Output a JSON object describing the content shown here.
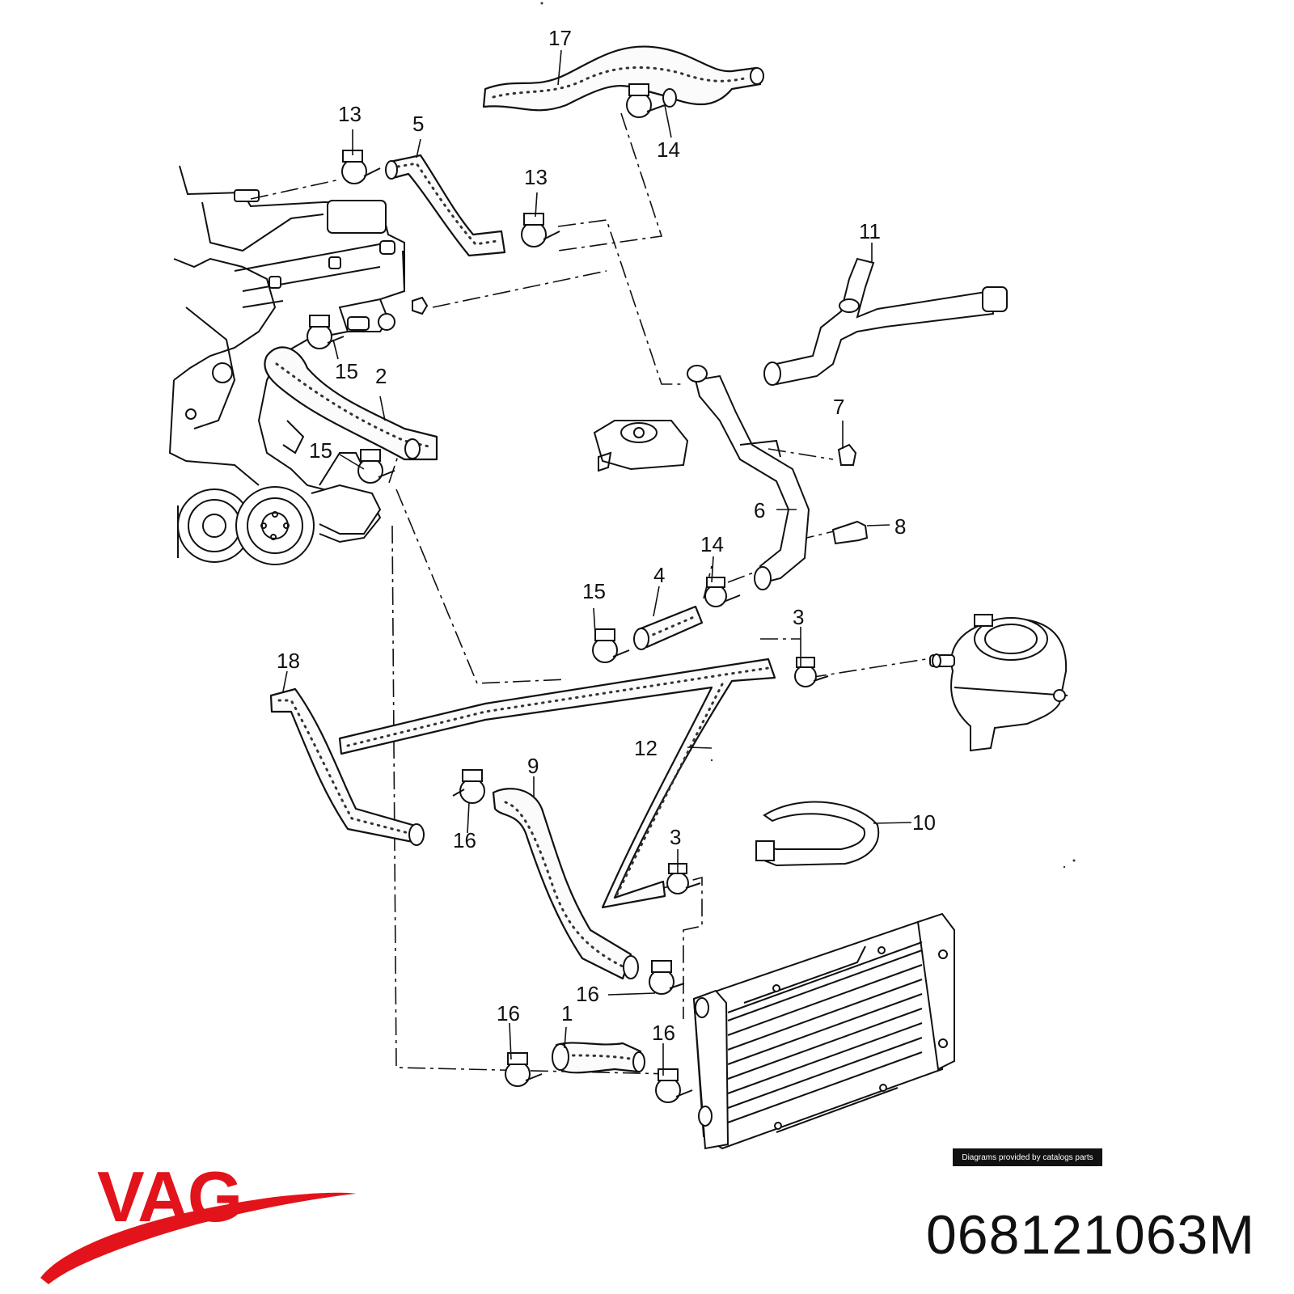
{
  "diagram": {
    "callouts": [
      {
        "id": "c17",
        "text": "17"
      },
      {
        "id": "c13a",
        "text": "13"
      },
      {
        "id": "c5",
        "text": "5"
      },
      {
        "id": "c13b",
        "text": "13"
      },
      {
        "id": "c14a",
        "text": "14"
      },
      {
        "id": "c11",
        "text": "11"
      },
      {
        "id": "c15a",
        "text": "15"
      },
      {
        "id": "c2",
        "text": "2"
      },
      {
        "id": "c7",
        "text": "7"
      },
      {
        "id": "c15b",
        "text": "15"
      },
      {
        "id": "c6",
        "text": "6"
      },
      {
        "id": "c8",
        "text": "8"
      },
      {
        "id": "c14b",
        "text": "14"
      },
      {
        "id": "c4",
        "text": "4"
      },
      {
        "id": "c15c",
        "text": "15"
      },
      {
        "id": "c3a",
        "text": "3"
      },
      {
        "id": "c18",
        "text": "18"
      },
      {
        "id": "c12",
        "text": "12"
      },
      {
        "id": "c9",
        "text": "9"
      },
      {
        "id": "c16a",
        "text": "16"
      },
      {
        "id": "c10",
        "text": "10"
      },
      {
        "id": "c3b",
        "text": "3"
      },
      {
        "id": "c16b",
        "text": "16"
      },
      {
        "id": "c16c",
        "text": "16"
      },
      {
        "id": "c1",
        "text": "1"
      },
      {
        "id": "c16d",
        "text": "16"
      }
    ]
  },
  "credit": "Diagrams provided by catalogs parts",
  "brand": {
    "name": "VAG",
    "color": "#e3131b"
  },
  "part_number": "068121063M"
}
